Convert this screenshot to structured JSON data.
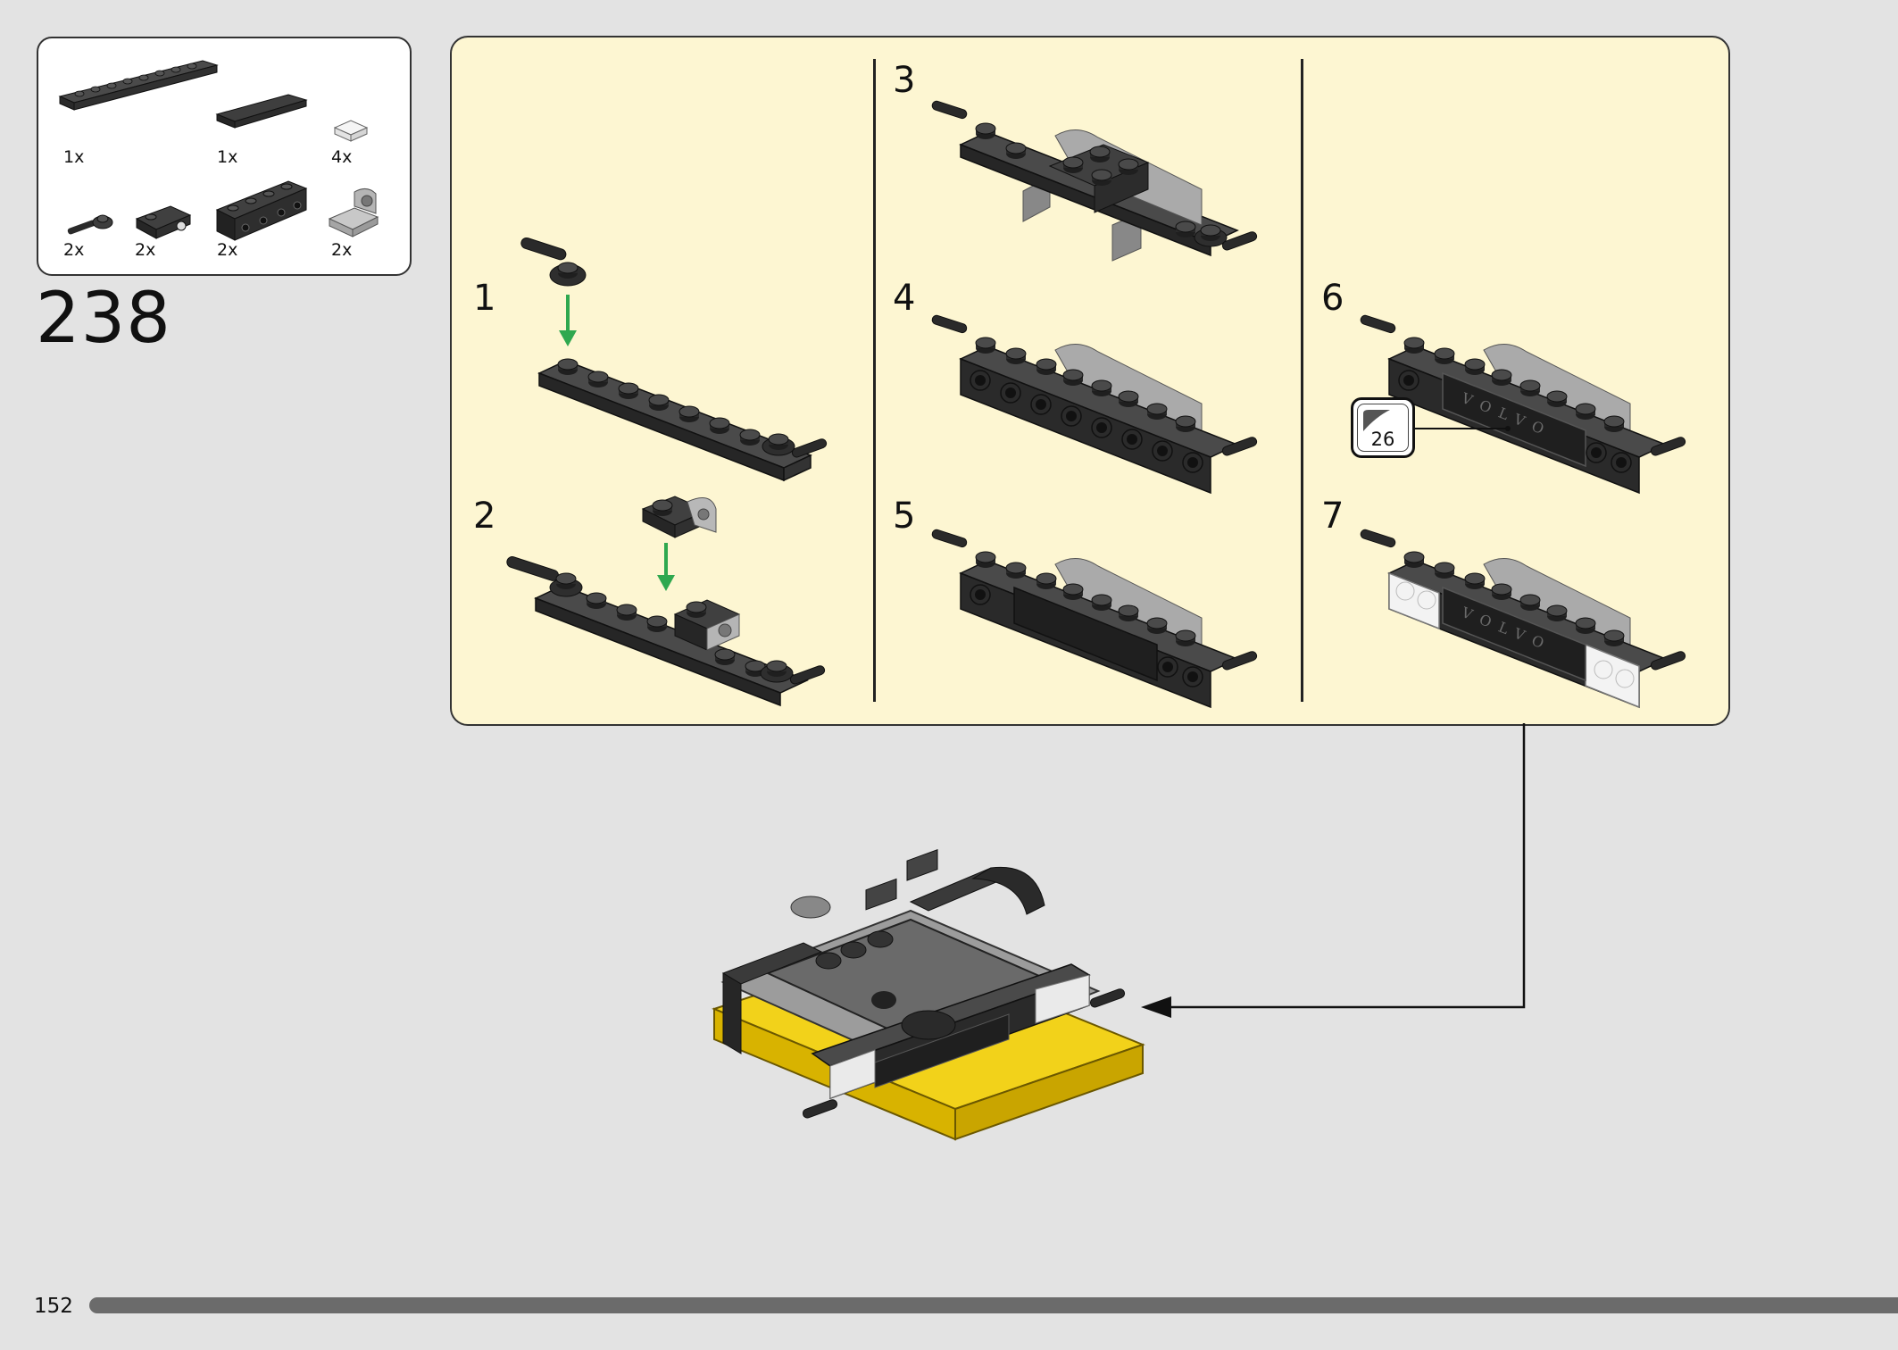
{
  "parts_list": {
    "items": [
      {
        "qty": "1x",
        "icon": "technic-plate-1x8"
      },
      {
        "qty": "1x",
        "icon": "tile-1x4"
      },
      {
        "qty": "4x",
        "icon": "tile-1x1-transparent"
      },
      {
        "qty": "2x",
        "icon": "bar-with-stud"
      },
      {
        "qty": "2x",
        "icon": "plate-with-pin-hole"
      },
      {
        "qty": "2x",
        "icon": "technic-brick-1x4"
      },
      {
        "qty": "2x",
        "icon": "bracket-light-gray"
      }
    ]
  },
  "step": {
    "number": "238"
  },
  "substeps": [
    {
      "number": "1"
    },
    {
      "number": "2"
    },
    {
      "number": "3"
    },
    {
      "number": "4"
    },
    {
      "number": "5"
    },
    {
      "number": "6"
    },
    {
      "number": "7"
    }
  ],
  "sticker": {
    "number": "26"
  },
  "logo_text": "VOLVO",
  "footer": {
    "page_number": "152",
    "progress": 0.97
  },
  "colors": {
    "panel": "#fdf6d2",
    "background": "#e3e3e3",
    "brick_dark": "#3a3a3a",
    "brick_light": "#9a9a9a",
    "accent_yellow": "#f2d21a",
    "arrow_green": "#2fa84f"
  }
}
